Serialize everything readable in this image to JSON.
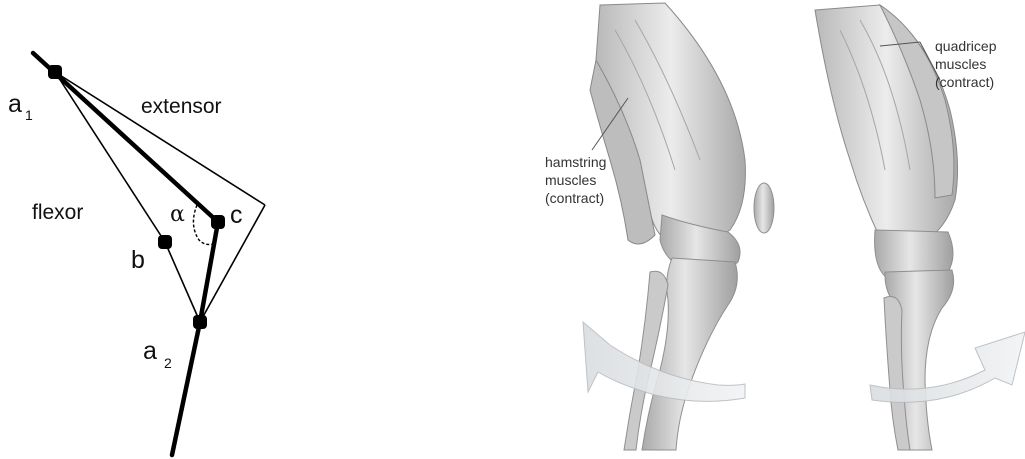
{
  "left_diagram": {
    "label_a": "a",
    "label_1": "1",
    "label_2": "2",
    "label_b": "b",
    "label_c": "c",
    "label_alpha": "α",
    "label_extensor": "extensor",
    "label_flexor": "flexor"
  },
  "right_illustration": {
    "hamstring_label": [
      "hamstring",
      "muscles",
      "(contract)"
    ],
    "quadricep_label": [
      "quadricep",
      "muscles",
      "(contract)"
    ]
  },
  "colors": {
    "line": "#000000",
    "muscle_light": "#e4e4e4",
    "muscle_dark": "#9a9a9a",
    "bone": "#d2d2d2",
    "arrow": "#cfd3d6"
  }
}
